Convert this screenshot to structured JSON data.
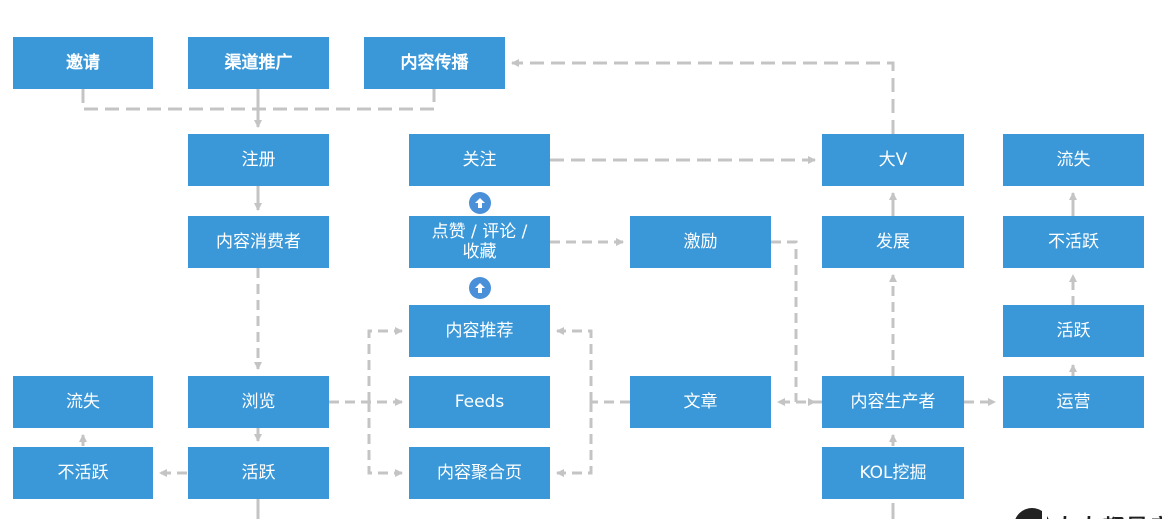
{
  "nodes": {
    "invite": "邀请",
    "channel": "渠道推广",
    "content_spread": "内容传播",
    "register": "注册",
    "consumer": "内容消费者",
    "browse": "浏览",
    "active_left": "活跃",
    "lost_left": "流失",
    "inactive_left": "不活跃",
    "follow": "关注",
    "like": "点赞 / 评论 / 收藏",
    "recommend": "内容推荐",
    "feeds": "Feeds",
    "aggregate": "内容聚合页",
    "incentive": "激励",
    "article": "文章",
    "big_v": "大V",
    "develop": "发展",
    "producer": "内容生产者",
    "kol": "KOL挖掘",
    "lost_right": "流失",
    "inactive_right": "不活跃",
    "active_right": "活跃",
    "operate": "运营"
  },
  "watermark": "人人都是产品经理",
  "colors": {
    "box": "#3a98d8",
    "line": "#c4c4c4",
    "circle": "#4a90d9"
  },
  "icons": {
    "arrow_circle": "arrow-up-circle-icon"
  }
}
